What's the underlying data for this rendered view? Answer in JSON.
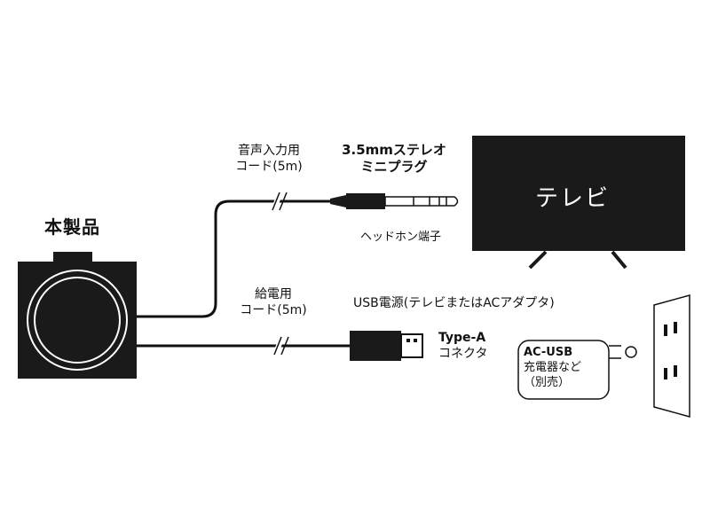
{
  "product": {
    "title": "本製品"
  },
  "audio_cable": {
    "label_line1": "音声入力用",
    "label_line2": "コード(5m)"
  },
  "mini_plug": {
    "label_line1": "3.5mmステレオ",
    "label_line2": "ミニプラグ"
  },
  "tv": {
    "label": "テレビ",
    "headphone_jack_label": "ヘッドホン端子"
  },
  "power_cable": {
    "label_line1": "給電用",
    "label_line2": "コード(5m)"
  },
  "usb_power": {
    "label": "USB電源(テレビまたはACアダプタ)"
  },
  "usb_connector": {
    "label_line1": "Type-A",
    "label_line2": "コネクタ"
  },
  "charger": {
    "line1": "AC-USB",
    "line2": "充電器など",
    "line3": "（別売）"
  },
  "colors": {
    "device": "#1a1a1a",
    "line": "#111111",
    "tv_screen": "#1a1a1a"
  }
}
